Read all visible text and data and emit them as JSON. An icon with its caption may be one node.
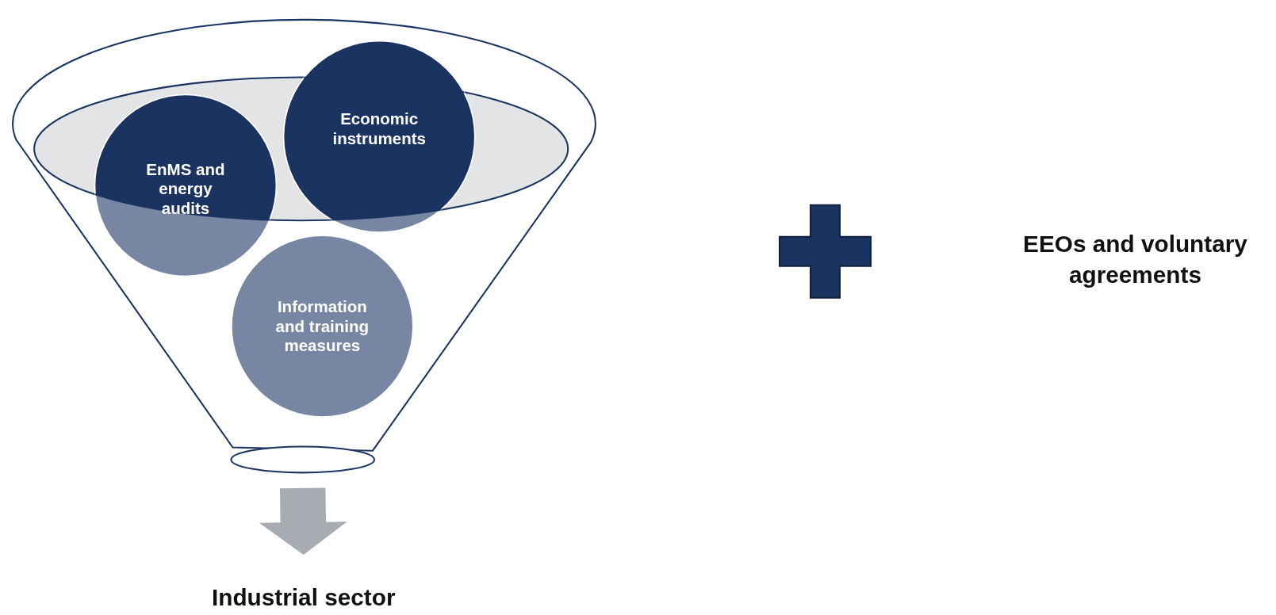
{
  "diagram": {
    "nodes": [
      {
        "text": [],
        "shape": "funnel"
      },
      {
        "text": [
          "EnMS and energy audits"
        ],
        "in": 0
      },
      {
        "text": [
          "Economic instruments"
        ],
        "in": 0
      },
      {
        "text": [
          "Information and training measures"
        ],
        "in": 0
      },
      {
        "text": [
          "Industrial sector"
        ]
      },
      {
        "text": [
          "EEOs and voluntary agreements"
        ]
      }
    ],
    "edges": [
      {
        "from": 0,
        "to": 4,
        "arrow": "to",
        "style": "thick",
        "color": "#a9abb3"
      }
    ]
  }
}
